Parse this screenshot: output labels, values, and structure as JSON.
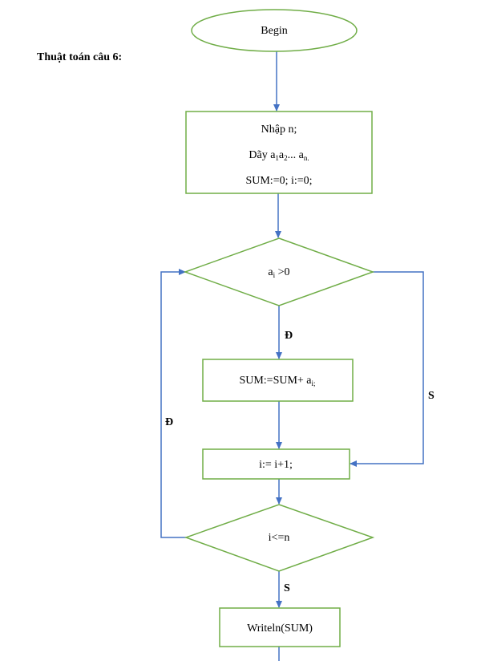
{
  "heading": "Thuật toán câu 6:",
  "colors": {
    "shape_border": "#70ad47",
    "arrow": "#4472c4",
    "text": "#000000"
  },
  "nodes": {
    "begin": "Begin",
    "input_line1": "Nhập n;",
    "input_line2_prefix": "Dãy a",
    "input_line2_sub1": "1",
    "input_line2_mid": "a",
    "input_line2_sub2": "2",
    "input_line2_mid2": "... a",
    "input_line2_sub3": "n.",
    "input_line3": "SUM:=0; i:=0;",
    "condition1_var": "a",
    "condition1_sub": "i",
    "condition1_rest": " >0",
    "sum_prefix": "SUM:=SUM+ a",
    "sum_sub": "i;",
    "increment": "i:= i+1;",
    "condition2": "i<=n",
    "output": "Writeln(SUM)"
  },
  "edge_labels": {
    "cond1_true": "Đ",
    "cond1_false": "S",
    "cond2_true": "Đ",
    "cond2_false": "S"
  }
}
